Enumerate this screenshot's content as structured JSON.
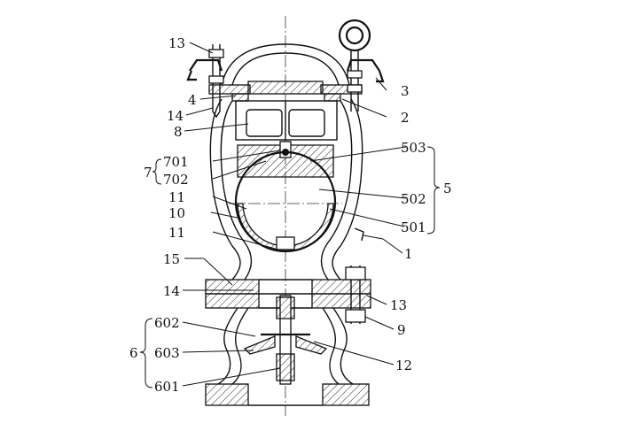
{
  "labels": {
    "l13a": "13",
    "l4": "4",
    "l14a": "14",
    "l8": "8",
    "l7": "7",
    "l701": "701",
    "l702": "702",
    "l11a": "11",
    "l10": "10",
    "l11b": "11",
    "l15": "15",
    "l14b": "14",
    "l602": "602",
    "l6": "6",
    "l603": "603",
    "l601": "601",
    "l3": "3",
    "l2": "2",
    "l503": "503",
    "l5": "5",
    "l502": "502",
    "l501": "501",
    "l1": "1",
    "l13b": "13",
    "l9": "9",
    "l12": "12"
  }
}
